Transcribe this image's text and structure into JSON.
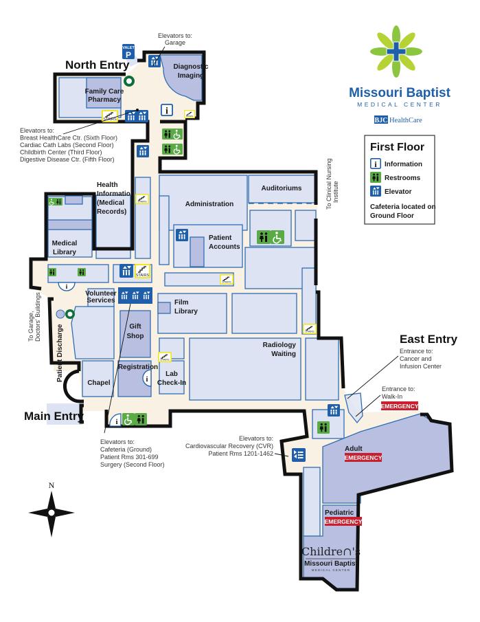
{
  "entries": {
    "north": "North Entry",
    "main": "Main Entry",
    "east": "East Entry"
  },
  "icons": {
    "valet": "VALET",
    "parking": "P",
    "stairs": "STAIRS",
    "info": "i",
    "compass_north": "N"
  },
  "rooms": {
    "family_care": [
      "Family Care",
      "Pharmacy"
    ],
    "diagnostic": [
      "Diagnostic",
      "Imaging"
    ],
    "health_info": [
      "Health",
      "Information",
      "(Medical",
      "Records)"
    ],
    "medical_library": [
      "Medical",
      "Library"
    ],
    "administration": "Administration",
    "auditoriums": "Auditoriums",
    "patient_accounts": [
      "Patient",
      "Accounts"
    ],
    "volunteer": [
      "Volunteer",
      "Services"
    ],
    "film_library": [
      "Film",
      "Library"
    ],
    "gift_shop": [
      "Gift",
      "Shop"
    ],
    "registration": "Registration",
    "lab": [
      "Lab",
      "Check-In"
    ],
    "chapel": "Chapel",
    "radiology": [
      "Radiology",
      "Waiting"
    ],
    "adult": "Adult",
    "pediatric": "Pediatric",
    "emergency": "EMERGENCY",
    "patient_discharge": "Patient Discharge"
  },
  "callouts": {
    "garage_elev": [
      "Elevators to:",
      "Garage"
    ],
    "north_elev": [
      "Elevators to:",
      "Breast HealthCare Ctr. (Sixth Floor)",
      "Cardiac Cath Labs (Second Floor)",
      "Childbirth Center (Third Floor)",
      "Digestive Disease Ctr. (Fifth Floor)"
    ],
    "clinical_nursing": [
      "To Clinical Nursing",
      "Institute"
    ],
    "to_garage": [
      "To Garage,",
      "Doctors' Buildings"
    ],
    "main_elev": [
      "Elevators to:",
      "Cafeteria (Ground)",
      "Patient Rms 301-699",
      "Surgery (Second Floor)"
    ],
    "cvr_elev": [
      "Elevators to:",
      "Cardiovascular Recovery (CVR)",
      "Patient Rms 1201-1462"
    ],
    "cancer": [
      "Entrance to:",
      "Cancer and",
      "Infusion Center"
    ],
    "walkin": [
      "Entrance to:",
      "Walk-In"
    ]
  },
  "legend": {
    "title": "First Floor",
    "items": [
      "Information",
      "Restrooms",
      "Elevator"
    ],
    "note": [
      "Cafeteria located on",
      "Ground Floor"
    ]
  },
  "logo": {
    "name": "Missouri Baptist",
    "sub": "MEDICAL  CENTER",
    "bjc": "BJC",
    "healthcare": "HealthCare"
  },
  "childrens_logo": {
    "name": "Childre∩'s",
    "line2": "Missouri Baptist",
    "line3": "MEDICAL  CENTER"
  },
  "colors": {
    "wall": "#111111",
    "room": "#dde3f3",
    "room_dark": "#b8bfe0",
    "corridor": "#f8f1e4",
    "elevator": "#1f5ea8",
    "restroom": "#5aab46",
    "stairs": "#f1e52a",
    "emergency": "#c8202f",
    "logo_blue": "#1f5ea8",
    "logo_green": "#8cc63f"
  }
}
